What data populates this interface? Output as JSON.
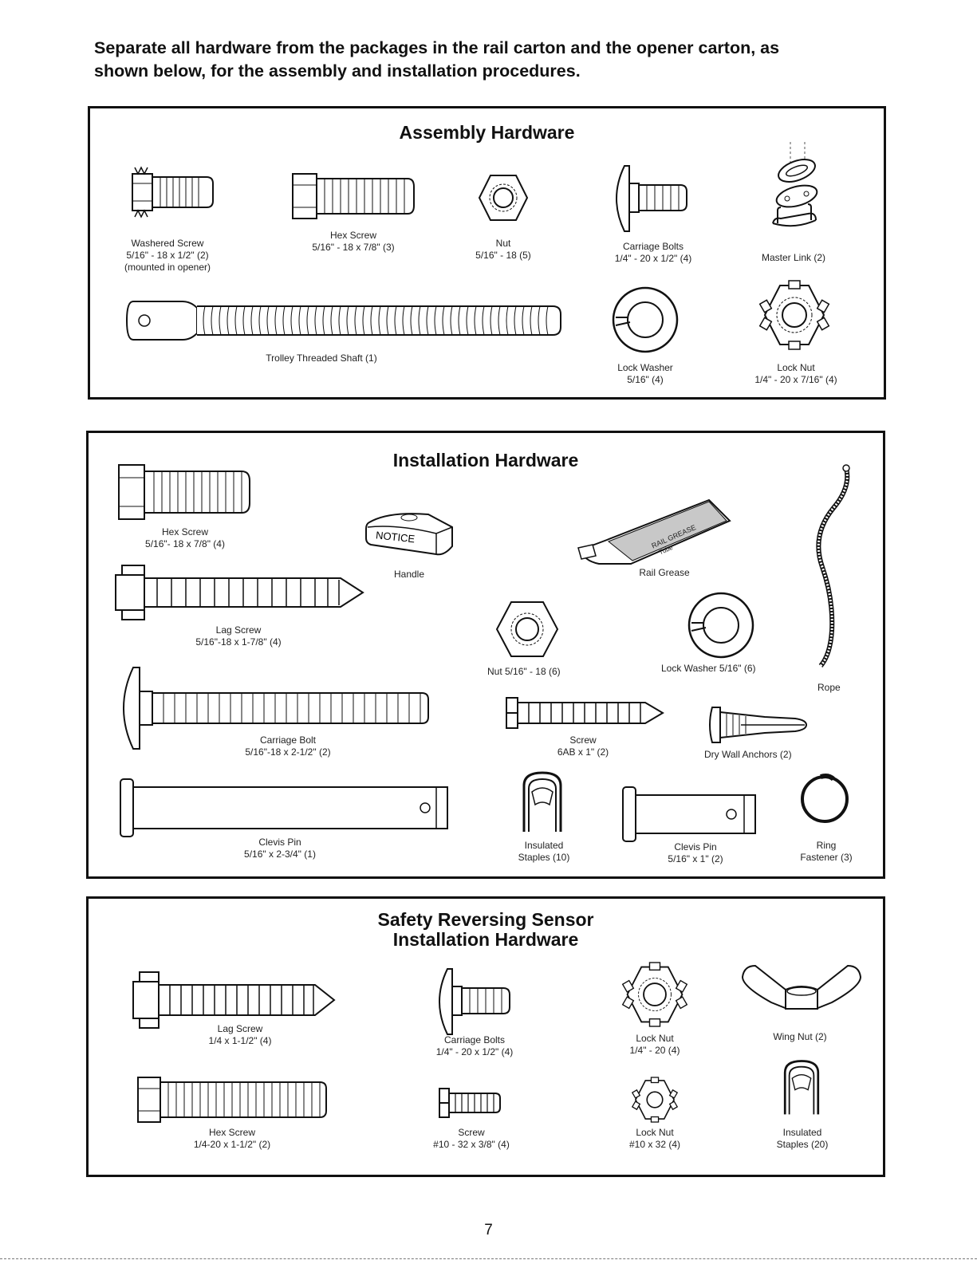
{
  "intro": {
    "line1": "Separate all hardware from the packages in the rail carton and the opener carton, as",
    "line2": "shown below, for the assembly and installation procedures."
  },
  "assembly": {
    "title": "Assembly Hardware",
    "items": [
      {
        "name": "Washered Screw",
        "spec": "5/16\" - 18 x 1/2\" (2)",
        "note": "(mounted in opener)"
      },
      {
        "name": "Hex Screw",
        "spec": "5/16\" - 18 x 7/8\"  (3)"
      },
      {
        "name": "Nut",
        "spec": "5/16\" - 18  (5)"
      },
      {
        "name": "Carriage Bolts",
        "spec": "1/4\" - 20 x 1/2\"  (4)"
      },
      {
        "name": "Master Link (2)"
      },
      {
        "name": "Trolley Threaded Shaft (1)"
      },
      {
        "name": "Lock Washer",
        "spec": "5/16\" (4)"
      },
      {
        "name": "Lock Nut",
        "spec": "1/4\" - 20 x 7/16\"  (4)"
      }
    ]
  },
  "installation": {
    "title": "Installation Hardware",
    "items": [
      {
        "name": "Hex Screw",
        "spec": "5/16\"- 18 x 7/8\"  (4)"
      },
      {
        "name": "Handle",
        "marking": "NOTICE"
      },
      {
        "name": "Rail Grease",
        "marking1": "RAIL GREASE",
        "marking2": "Tube"
      },
      {
        "name": "Rope"
      },
      {
        "name": "Lag Screw",
        "spec": "5/16\"-18 x 1-7/8\"  (4)"
      },
      {
        "name": "Nut  5/16\" - 18 (6)"
      },
      {
        "name": "Lock Washer  5/16\" (6)"
      },
      {
        "name": "Carriage Bolt",
        "spec": "5/16\"-18 x 2-1/2\"  (2)"
      },
      {
        "name": "Screw",
        "spec": "6AB x 1\" (2)"
      },
      {
        "name": "Dry Wall Anchors (2)"
      },
      {
        "name": "Clevis Pin",
        "spec": "5/16\" x 2-3/4\" (1)"
      },
      {
        "name": "Insulated",
        "spec": "Staples (10)"
      },
      {
        "name": "Clevis Pin",
        "spec": "5/16\" x 1\"  (2)"
      },
      {
        "name": "Ring",
        "spec": "Fastener (3)"
      }
    ]
  },
  "sensor": {
    "title_line1": "Safety Reversing Sensor",
    "title_line2": "Installation Hardware",
    "items": [
      {
        "name": "Lag Screw",
        "spec": "1/4 x 1-1/2\"  (4)"
      },
      {
        "name": "Carriage Bolts",
        "spec": "1/4\" - 20 x 1/2\"  (4)"
      },
      {
        "name": "Lock Nut",
        "spec": "1/4\" - 20 (4)"
      },
      {
        "name": "Wing Nut (2)"
      },
      {
        "name": "Hex Screw",
        "spec": "1/4-20 x 1-1/2\" (2)"
      },
      {
        "name": "Screw",
        "spec": "#10 - 32 x 3/8\" (4)"
      },
      {
        "name": "Lock Nut",
        "spec": "#10 x 32 (4)"
      },
      {
        "name": "Insulated",
        "spec": "Staples (20)"
      }
    ]
  },
  "page_number": "7"
}
